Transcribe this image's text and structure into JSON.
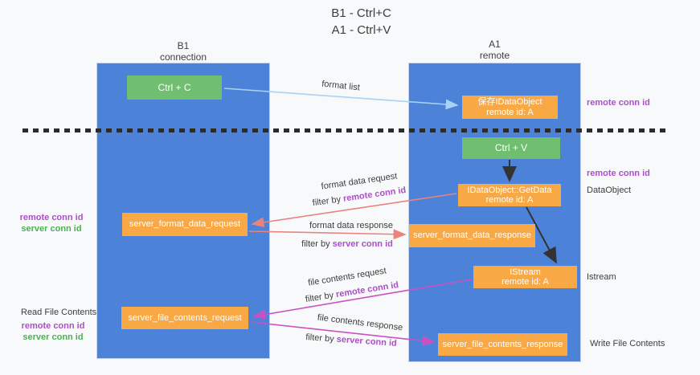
{
  "title": {
    "line1": "B1 - Ctrl+C",
    "line2": "A1 - Ctrl+V"
  },
  "lanes": {
    "left": {
      "name": "B1",
      "role": "connection"
    },
    "right": {
      "name": "A1",
      "role": "remote"
    }
  },
  "nodes": {
    "ctrl_c": {
      "label": "Ctrl + C"
    },
    "ctrl_v": {
      "label": "Ctrl + V"
    },
    "save_dataobject": {
      "line1": "保存IDataObject",
      "line2": "remote id: A"
    },
    "getdata": {
      "line1": "IDataObject::GetData",
      "line2": "remote id: A"
    },
    "istream": {
      "line1": "IStream",
      "line2": "remote id: A"
    },
    "server_format_data_request": {
      "label": "server_format_data_request"
    },
    "server_format_data_response": {
      "label": "server_format_data_response"
    },
    "server_file_contents_request": {
      "label": "server_file_contents_request"
    },
    "server_file_contents_response": {
      "label": "server_file_contents_response"
    }
  },
  "flow_labels": {
    "format_list": "format list",
    "format_data_request": "format data request",
    "format_data_request_filter_prefix": "filter by ",
    "format_data_request_filter_value": "remote conn id",
    "format_data_response": "format data response",
    "format_data_response_filter_prefix": "filter by ",
    "format_data_response_filter_value": "server conn id",
    "file_contents_request": "file contents request",
    "file_contents_request_filter_prefix": "filter by ",
    "file_contents_request_filter_value": "remote conn id",
    "file_contents_response": "file contents response",
    "file_contents_response_filter_prefix": "filter by ",
    "file_contents_response_filter_value": "server conn id"
  },
  "side_labels": {
    "right_remote_conn_id_top": "remote conn id",
    "right_remote_conn_id_mid": "remote conn id",
    "right_dataobject": "DataObject",
    "right_istream": "Istream",
    "right_write_file_contents": "Write File Contents",
    "left_remote_conn_id_1": "remote conn id",
    "left_server_conn_id_1": "server conn id",
    "left_read_file_contents": "Read File Contents",
    "left_remote_conn_id_2": "remote conn id",
    "left_server_conn_id_2": "server conn id"
  },
  "colors": {
    "lane_blue": "#4d82d9",
    "node_orange": "#f8a844",
    "node_green": "#70bf70",
    "arrow_blue": "#a9d2f5",
    "arrow_red": "#e8837d",
    "arrow_magenta": "#cb51c3",
    "label_purple": "#ab4fc8",
    "label_green": "#4db052",
    "dash_black": "#2b2b2b",
    "text_dark": "#3d3d3d",
    "background": "#f8f9fa"
  }
}
